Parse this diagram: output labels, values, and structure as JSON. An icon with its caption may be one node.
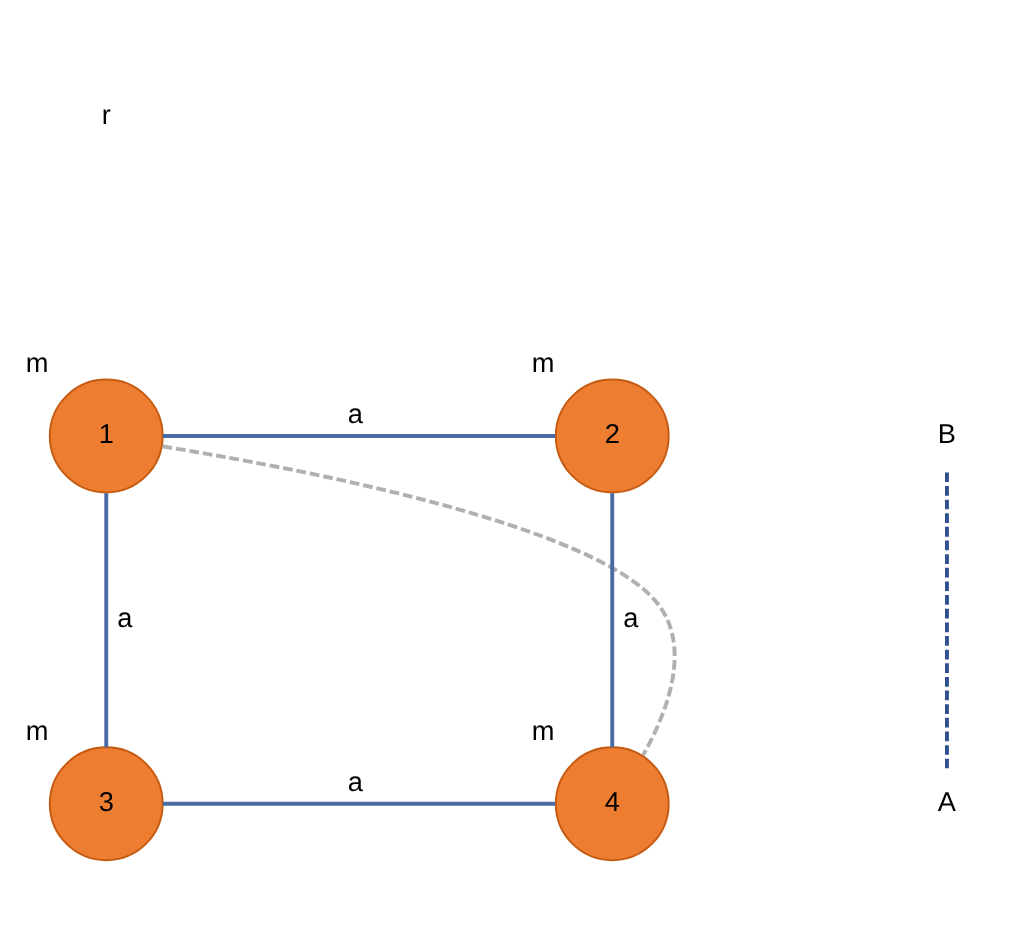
{
  "diagram": {
    "nodes": [
      {
        "text": [
          "1"
        ],
        "beside": [
          "m"
        ]
      },
      {
        "text": [
          "2"
        ],
        "beside": [
          "m"
        ]
      },
      {
        "text": [
          "3"
        ],
        "beside": [
          "m"
        ]
      },
      {
        "text": [
          "4"
        ],
        "beside": [
          "m"
        ]
      },
      {
        "text": [
          "A"
        ]
      },
      {
        "text": [
          "B"
        ]
      }
    ],
    "edges": [
      {
        "from": 0,
        "to": 1,
        "arrow": "none",
        "label": "a"
      },
      {
        "from": 0,
        "to": 2,
        "arrow": "none",
        "label": "a"
      },
      {
        "from": 1,
        "to": 3,
        "arrow": "none",
        "label": "a"
      },
      {
        "from": 2,
        "to": 3,
        "arrow": "none",
        "label": "a"
      },
      {
        "from": 0,
        "to": 3,
        "arrow": "none",
        "style": "dashed",
        "color": "#b0b0b0"
      },
      {
        "from": 4,
        "to": 5,
        "arrow": "none",
        "style": "dashed",
        "color": "#2f4f8f"
      }
    ],
    "labels": [
      "r"
    ]
  }
}
